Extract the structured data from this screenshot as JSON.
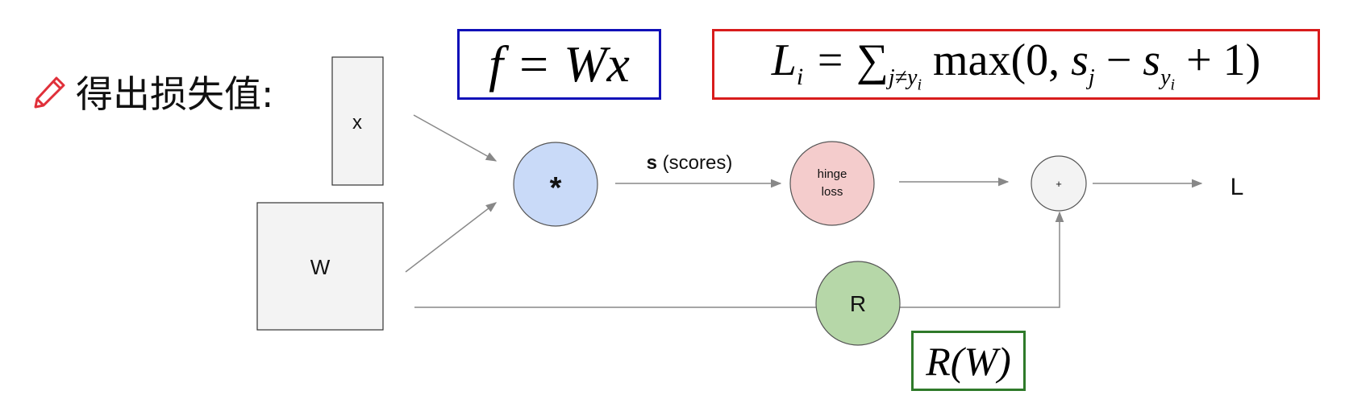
{
  "heading": {
    "icon": "pencil-icon",
    "text": "得出损失值:"
  },
  "formulas": {
    "f": "f = Wx",
    "loss": "L_i = \\sum_{j\\neq y_i} \\max(0, s_j - s_{y_i} + 1)",
    "reg": "R(W)"
  },
  "nodes": {
    "x": "x",
    "W": "W",
    "multiply": "*",
    "hinge_line1": "hinge",
    "hinge_line2": "loss",
    "plus": "+",
    "R": "R",
    "L": "L"
  },
  "edges": {
    "scores_bold": "s",
    "scores_rest": " (scores)"
  },
  "colors": {
    "f_border": "#1010b8",
    "loss_border": "#d81c1c",
    "reg_border": "#2f7a2a",
    "multiply_fill": "#c9daf8",
    "hinge_fill": "#f4cccc",
    "R_fill": "#b6d7a8",
    "plus_fill": "#f3f3f3",
    "box_fill": "#f3f3f3"
  }
}
